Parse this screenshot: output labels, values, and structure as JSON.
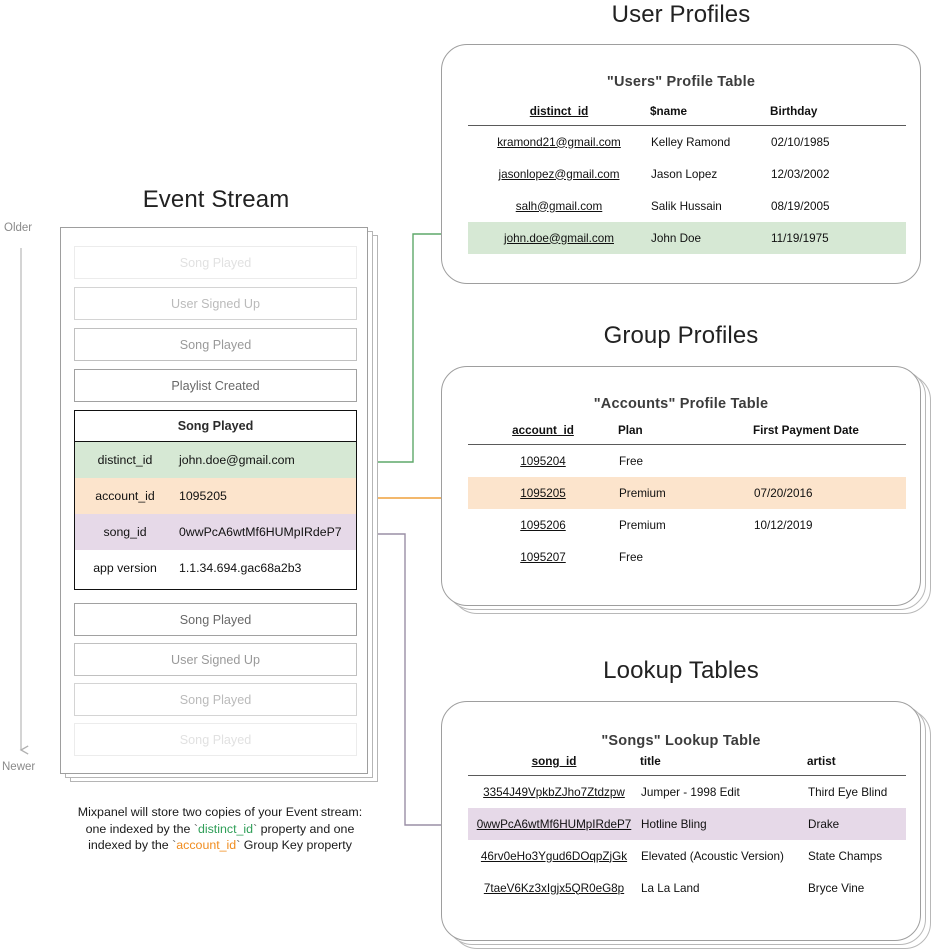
{
  "sections": {
    "event_stream": {
      "title": "Event Stream",
      "axis": {
        "older_label": "Older",
        "newer_label": "Newer"
      },
      "events_above": [
        {
          "name": "Song Played",
          "opacity": "faded-3"
        },
        {
          "name": "User Signed Up",
          "opacity": "faded-2"
        },
        {
          "name": "Song Played",
          "opacity": "faded-1"
        },
        {
          "name": "Playlist Created",
          "opacity": "normal"
        }
      ],
      "focus_event": {
        "name": "Song Played",
        "properties": [
          {
            "key": "distinct_id",
            "value": "john.doe@gmail.com",
            "highlight": "green"
          },
          {
            "key": "account_id",
            "value": "1095205",
            "highlight": "orange"
          },
          {
            "key": "song_id",
            "value": "0wwPcA6wtMf6HUMpIRdeP7",
            "highlight": "purple"
          },
          {
            "key": "app version",
            "value": "1.1.34.694.gac68a2b3",
            "highlight": "none"
          }
        ]
      },
      "events_below": [
        {
          "name": "Song Played",
          "opacity": "normal"
        },
        {
          "name": "User Signed Up",
          "opacity": "faded-1"
        },
        {
          "name": "Song Played",
          "opacity": "faded-2"
        },
        {
          "name": "Song Played",
          "opacity": "faded-3"
        }
      ],
      "caption": {
        "line1": "Mixpanel will store two copies of your Event stream:",
        "line2_pre": "one indexed by the ",
        "line2_token": "distinct_id",
        "line2_post": " property and one",
        "line3_pre": "indexed by the ",
        "line3_token": "account_id",
        "line3_post": " Group Key property",
        "tick": "`"
      }
    },
    "user_profiles": {
      "title": "User Profiles",
      "card_title": "\"Users\" Profile Table",
      "columns": [
        "distinct_id",
        "$name",
        "Birthday"
      ],
      "rows": [
        {
          "cells": [
            "kramond21@gmail.com",
            "Kelley Ramond",
            "02/10/1985"
          ],
          "highlight": "none"
        },
        {
          "cells": [
            "jasonlopez@gmail.com",
            "Jason Lopez",
            "12/03/2002"
          ],
          "highlight": "none"
        },
        {
          "cells": [
            "salh@gmail.com",
            "Salik Hussain",
            "08/19/2005"
          ],
          "highlight": "none"
        },
        {
          "cells": [
            "john.doe@gmail.com",
            "John Doe",
            "11/19/1975"
          ],
          "highlight": "green"
        }
      ]
    },
    "group_profiles": {
      "title": "Group Profiles",
      "card_title": "\"Accounts\" Profile Table",
      "columns": [
        "account_id",
        "Plan",
        "First Payment Date"
      ],
      "rows": [
        {
          "cells": [
            "1095204",
            "Free",
            ""
          ],
          "highlight": "none"
        },
        {
          "cells": [
            "1095205",
            "Premium",
            "07/20/2016"
          ],
          "highlight": "orange"
        },
        {
          "cells": [
            "1095206",
            "Premium",
            "10/12/2019"
          ],
          "highlight": "none"
        },
        {
          "cells": [
            "1095207",
            "Free",
            ""
          ],
          "highlight": "none"
        }
      ]
    },
    "lookup_tables": {
      "title": "Lookup Tables",
      "card_title": "\"Songs\" Lookup Table",
      "columns": [
        "song_id",
        "title",
        "artist"
      ],
      "rows": [
        {
          "cells": [
            "3354J49VpkbZJho7Ztdzpw",
            "Jumper - 1998 Edit",
            "Third Eye Blind"
          ],
          "highlight": "none"
        },
        {
          "cells": [
            "0wwPcA6wtMf6HUMpIRdeP7",
            "Hotline Bling",
            "Drake"
          ],
          "highlight": "purple"
        },
        {
          "cells": [
            "46rv0eHo3Ygud6DOqpZjGk",
            "Elevated (Acoustic Version)",
            "State Champs"
          ],
          "highlight": "none"
        },
        {
          "cells": [
            "7taeV6Kz3xIgjx5QR0eG8p",
            "La La Land",
            "Bryce Vine"
          ],
          "highlight": "none"
        }
      ]
    }
  },
  "colors": {
    "green_highlight": "#d6e8d4",
    "orange_highlight": "#fce4cc",
    "purple_highlight": "#e6d9e8",
    "green_arrow": "#5fa86a",
    "orange_arrow": "#efa13c",
    "purple_arrow": "#9a8fa6",
    "card_border": "#9e9e9e",
    "axis_gray": "#b0b0b0"
  }
}
